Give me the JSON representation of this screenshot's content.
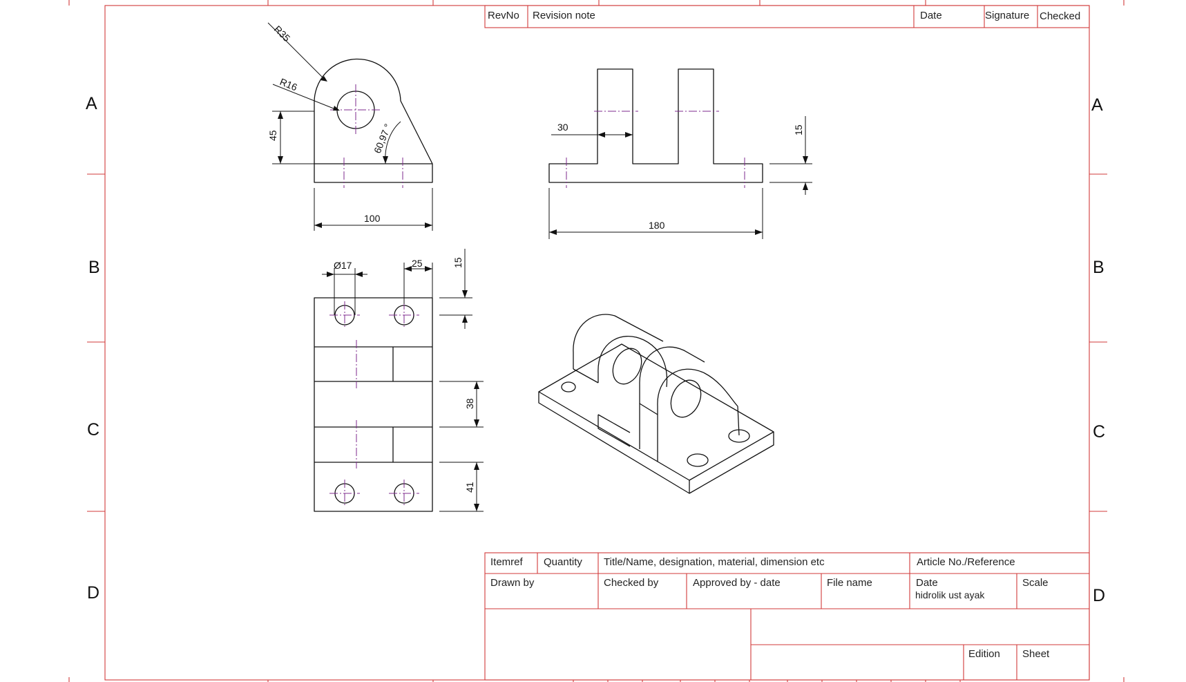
{
  "drawing": {
    "zone_rows": [
      "A",
      "B",
      "C",
      "D"
    ],
    "dimensions": {
      "r35": "R35",
      "r16": "R16",
      "h45": "45",
      "ang": "60,97 °",
      "w100": "100",
      "w30": "30",
      "w180": "180",
      "t15_front": "15",
      "dia17": "Ø17",
      "w25": "25",
      "t15_top": "15",
      "h38": "38",
      "h41": "41"
    }
  },
  "revision_table": {
    "revno": "RevNo",
    "note": "Revision note",
    "date": "Date",
    "signature": "Signature",
    "checked": "Checked"
  },
  "title_block": {
    "itemref": "Itemref",
    "quantity": "Quantity",
    "title": "Title/Name, designation, material, dimension etc",
    "article": "Article No./Reference",
    "drawn_by": "Drawn by",
    "checked_by": "Checked by",
    "approved_by": "Approved by - date",
    "file_name": "File name",
    "date_label": "Date",
    "date_value": "hidrolik ust ayak",
    "scale": "Scale",
    "edition": "Edition",
    "sheet": "Sheet"
  }
}
